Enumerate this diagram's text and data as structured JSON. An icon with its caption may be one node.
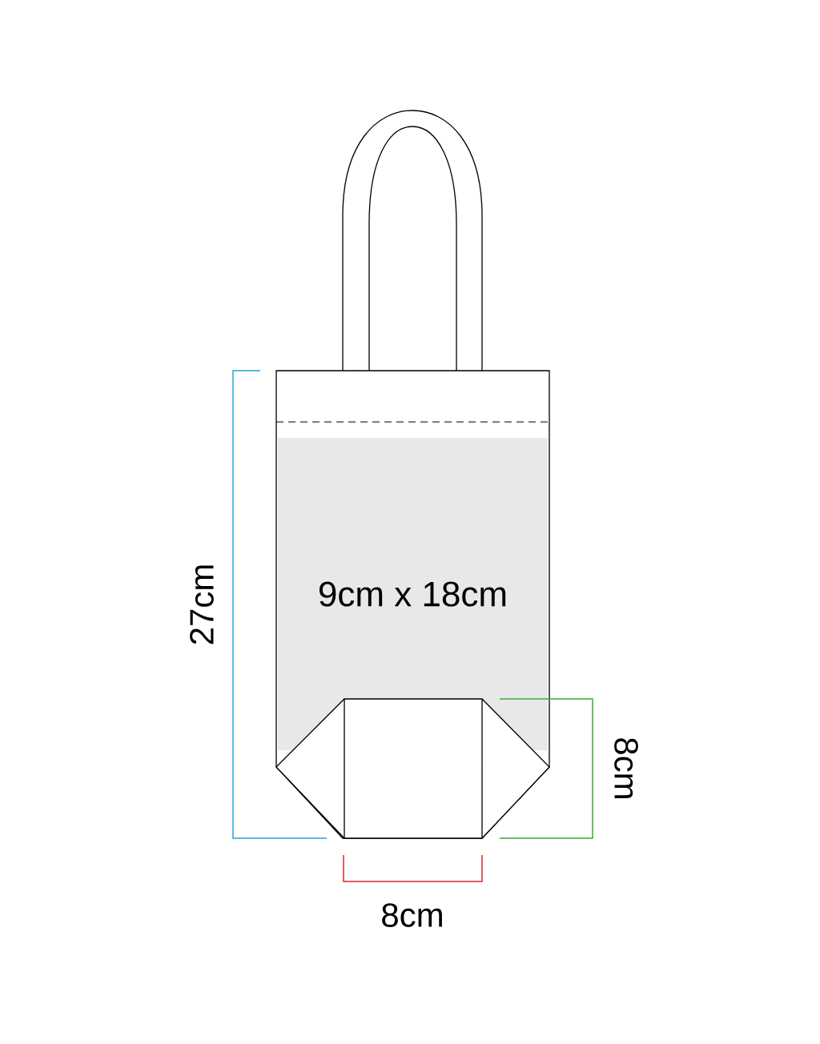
{
  "diagram": {
    "nodes": [
      {
        "text": [
          "9cm x 18cm"
        ]
      }
    ],
    "labels": [
      "27cm",
      "8cm",
      "8cm"
    ]
  }
}
